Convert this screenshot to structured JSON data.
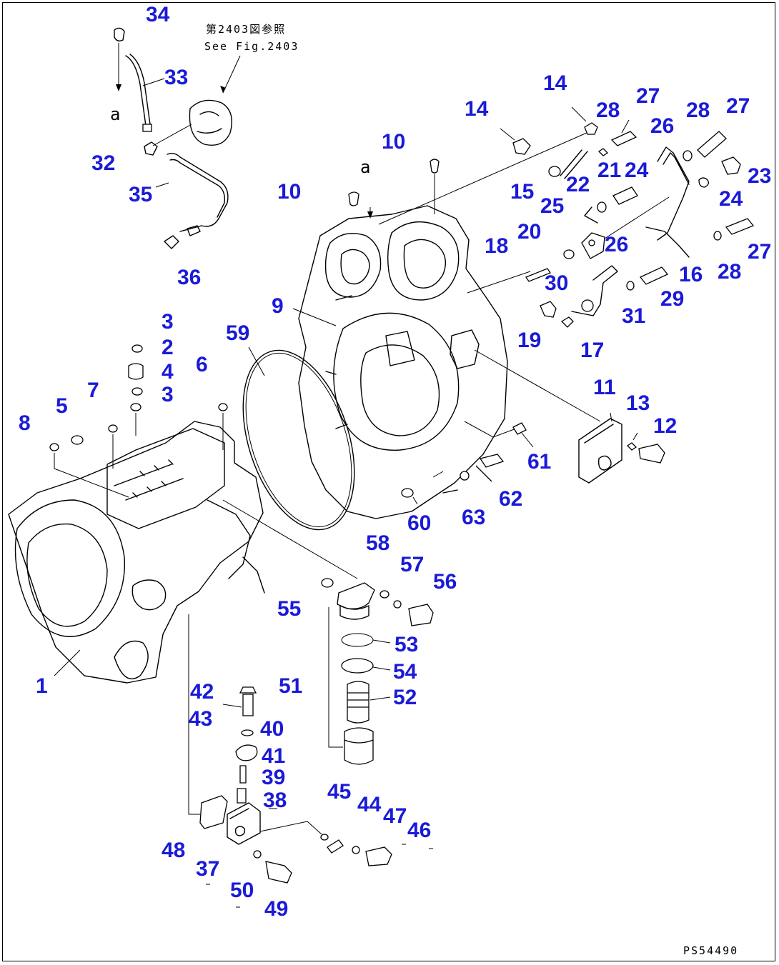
{
  "reference_note": {
    "jp": "第2403図参照",
    "en": "See Fig.2403"
  },
  "view_marker": "a",
  "drawing_code": "PS54490",
  "callouts": [
    {
      "id": "c34",
      "text": "34"
    },
    {
      "id": "c33",
      "text": "33"
    },
    {
      "id": "ca1",
      "text": "a"
    },
    {
      "id": "c32",
      "text": "32"
    },
    {
      "id": "c35",
      "text": "35"
    },
    {
      "id": "c36",
      "text": "36"
    },
    {
      "id": "c10a",
      "text": "10"
    },
    {
      "id": "c10b",
      "text": "10"
    },
    {
      "id": "ca2",
      "text": "a"
    },
    {
      "id": "c14a",
      "text": "14"
    },
    {
      "id": "c14b",
      "text": "14"
    },
    {
      "id": "c28a",
      "text": "28"
    },
    {
      "id": "c27a",
      "text": "27"
    },
    {
      "id": "c28b",
      "text": "28"
    },
    {
      "id": "c27b",
      "text": "27"
    },
    {
      "id": "c26a",
      "text": "26"
    },
    {
      "id": "c15",
      "text": "15"
    },
    {
      "id": "c22",
      "text": "22"
    },
    {
      "id": "c21",
      "text": "21"
    },
    {
      "id": "c24a",
      "text": "24"
    },
    {
      "id": "c23",
      "text": "23"
    },
    {
      "id": "c25",
      "text": "25"
    },
    {
      "id": "c24b",
      "text": "24"
    },
    {
      "id": "c26b",
      "text": "26"
    },
    {
      "id": "c27c",
      "text": "27"
    },
    {
      "id": "c20",
      "text": "20"
    },
    {
      "id": "c18",
      "text": "18"
    },
    {
      "id": "c16",
      "text": "16"
    },
    {
      "id": "c28c",
      "text": "28"
    },
    {
      "id": "c30",
      "text": "30"
    },
    {
      "id": "c29",
      "text": "29"
    },
    {
      "id": "c31",
      "text": "31"
    },
    {
      "id": "c9",
      "text": "9"
    },
    {
      "id": "c19",
      "text": "19"
    },
    {
      "id": "c17",
      "text": "17"
    },
    {
      "id": "c59",
      "text": "59"
    },
    {
      "id": "c3a",
      "text": "3"
    },
    {
      "id": "c2",
      "text": "2"
    },
    {
      "id": "c4",
      "text": "4"
    },
    {
      "id": "c3b",
      "text": "3"
    },
    {
      "id": "c7",
      "text": "7"
    },
    {
      "id": "c6",
      "text": "6"
    },
    {
      "id": "c5",
      "text": "5"
    },
    {
      "id": "c8",
      "text": "8"
    },
    {
      "id": "c11",
      "text": "11"
    },
    {
      "id": "c13",
      "text": "13"
    },
    {
      "id": "c12",
      "text": "12"
    },
    {
      "id": "c61",
      "text": "61"
    },
    {
      "id": "c62",
      "text": "62"
    },
    {
      "id": "c63",
      "text": "63"
    },
    {
      "id": "c60",
      "text": "60"
    },
    {
      "id": "c58",
      "text": "58"
    },
    {
      "id": "c57",
      "text": "57"
    },
    {
      "id": "c56",
      "text": "56"
    },
    {
      "id": "c55",
      "text": "55"
    },
    {
      "id": "c53",
      "text": "53"
    },
    {
      "id": "c54",
      "text": "54"
    },
    {
      "id": "c51",
      "text": "51"
    },
    {
      "id": "c52",
      "text": "52"
    },
    {
      "id": "c1",
      "text": "1"
    },
    {
      "id": "c42",
      "text": "42"
    },
    {
      "id": "c43",
      "text": "43"
    },
    {
      "id": "c40",
      "text": "40"
    },
    {
      "id": "c41",
      "text": "41"
    },
    {
      "id": "c39",
      "text": "39"
    },
    {
      "id": "c38",
      "text": "38"
    },
    {
      "id": "c45",
      "text": "45"
    },
    {
      "id": "c44",
      "text": "44"
    },
    {
      "id": "c47",
      "text": "47"
    },
    {
      "id": "c46",
      "text": "46"
    },
    {
      "id": "c48",
      "text": "48"
    },
    {
      "id": "c37",
      "text": "37"
    },
    {
      "id": "c50",
      "text": "50"
    },
    {
      "id": "c49",
      "text": "49"
    }
  ],
  "colors": {
    "callout": "#1a1ad8",
    "line": "#000000",
    "background": "#ffffff"
  }
}
